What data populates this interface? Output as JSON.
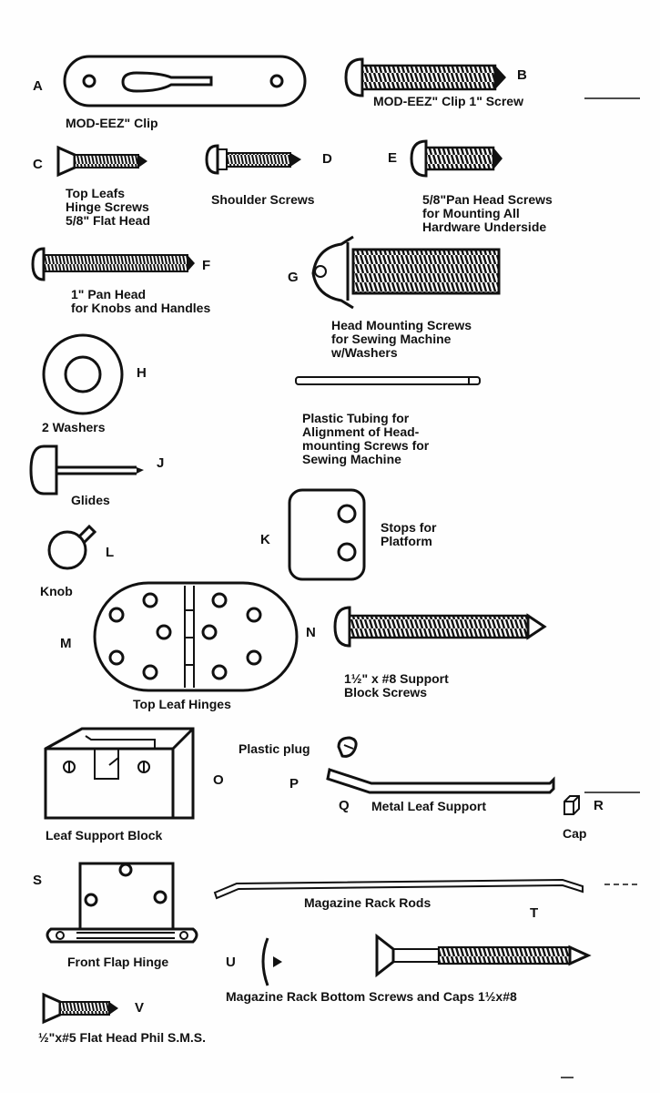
{
  "parts": [
    {
      "letter": "A",
      "caption": "MOD-EEZ\" Clip"
    },
    {
      "letter": "B",
      "caption": "MOD-EEZ\" Clip 1\" Screw"
    },
    {
      "letter": "C",
      "caption": "Top Leafs\nHinge Screws\n5/8\" Flat Head"
    },
    {
      "letter": "D",
      "caption": "Shoulder Screws"
    },
    {
      "letter": "E",
      "caption": "5/8\"Pan Head Screws\nfor Mounting All\nHardware Underside"
    },
    {
      "letter": "F",
      "caption": "1\" Pan Head\nfor Knobs and Handles"
    },
    {
      "letter": "G",
      "caption": "Head Mounting Screws\nfor Sewing Machine\nw/Washers"
    },
    {
      "letter": "H",
      "caption": "2 Washers"
    },
    {
      "letter": "",
      "caption": "Plastic Tubing for\nAlignment of Head-\nmounting Screws for\nSewing Machine"
    },
    {
      "letter": "J",
      "caption": "Glides"
    },
    {
      "letter": "K",
      "caption": "Stops for\nPlatform"
    },
    {
      "letter": "L",
      "caption": "Knob"
    },
    {
      "letter": "M",
      "caption": "Top Leaf Hinges"
    },
    {
      "letter": "N",
      "caption": "1½\" x #8 Support\nBlock Screws"
    },
    {
      "letter": "O",
      "caption": "Leaf Support Block"
    },
    {
      "letter": "P",
      "caption": "Plastic plug"
    },
    {
      "letter": "Q",
      "caption": "Metal Leaf Support"
    },
    {
      "letter": "R",
      "caption": "Cap"
    },
    {
      "letter": "S",
      "caption": "Front Flap Hinge"
    },
    {
      "letter": "",
      "caption": "Magazine Rack Rods"
    },
    {
      "letter": "T",
      "caption": ""
    },
    {
      "letter": "U",
      "caption": "Magazine Rack Bottom Screws and Caps 1½x#8"
    },
    {
      "letter": "V",
      "caption": "½\"x#5 Flat Head Phil S.M.S."
    }
  ]
}
